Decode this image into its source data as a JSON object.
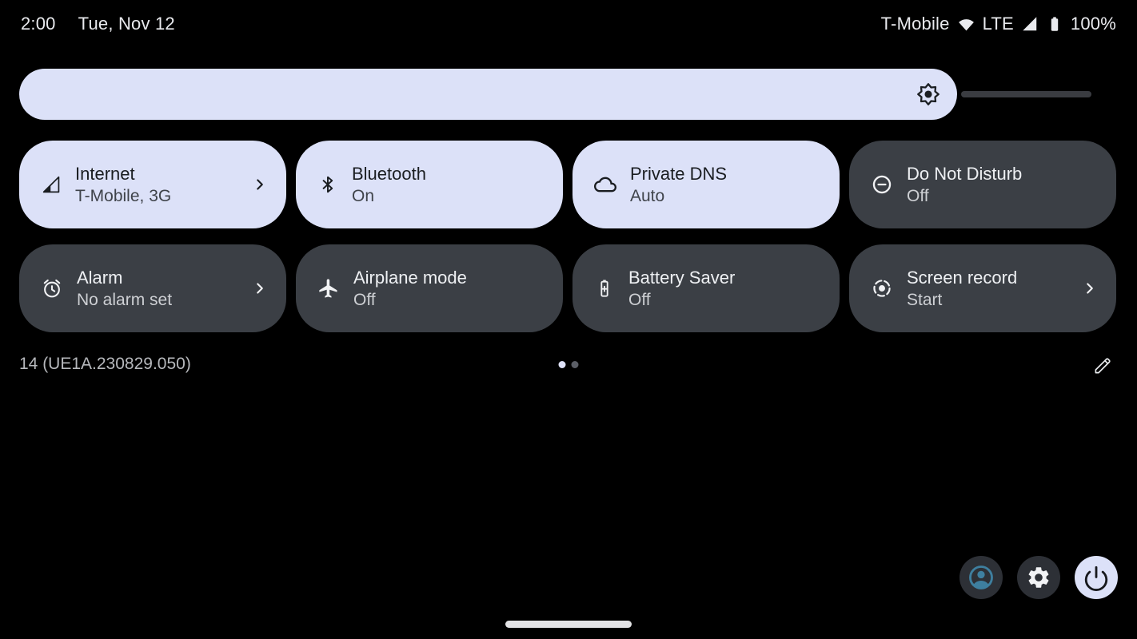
{
  "colors": {
    "background": "#000000",
    "accent_light": "#dce1f8",
    "tile_inactive": "#3b3f45",
    "button_dark": "#2d3036",
    "account_icon_teal": "#3e7f9f"
  },
  "status_bar": {
    "time": "2:00",
    "date": "Tue, Nov 12",
    "carrier": "T-Mobile",
    "network_type": "LTE",
    "battery_percent": "100%",
    "icons": [
      "wifi-icon",
      "cellular-signal-icon",
      "battery-icon"
    ]
  },
  "brightness": {
    "icon": "brightness-icon",
    "fill_percent": 87
  },
  "tiles": [
    {
      "label": "Internet",
      "status": "T-Mobile, 3G",
      "state": "active",
      "icon": "cellular-signal-icon",
      "chevron": true
    },
    {
      "label": "Bluetooth",
      "status": "On",
      "state": "active",
      "icon": "bluetooth-icon",
      "chevron": false
    },
    {
      "label": "Private DNS",
      "status": "Auto",
      "state": "active",
      "icon": "cloud-icon",
      "chevron": false
    },
    {
      "label": "Do Not Disturb",
      "status": "Off",
      "state": "inactive",
      "icon": "do-not-disturb-icon",
      "chevron": false
    },
    {
      "label": "Alarm",
      "status": "No alarm set",
      "state": "inactive",
      "icon": "alarm-icon",
      "chevron": true
    },
    {
      "label": "Airplane mode",
      "status": "Off",
      "state": "inactive",
      "icon": "airplane-icon",
      "chevron": false
    },
    {
      "label": "Battery Saver",
      "status": "Off",
      "state": "inactive",
      "icon": "battery-saver-icon",
      "chevron": false
    },
    {
      "label": "Screen record",
      "status": "Start",
      "state": "inactive",
      "icon": "screen-record-icon",
      "chevron": true
    }
  ],
  "footer": {
    "build": "14 (UE1A.230829.050)",
    "page_indicator": {
      "count": 2,
      "active_index": 0
    },
    "edit_icon": "pencil-icon"
  },
  "bottom_buttons": [
    {
      "name": "user-switcher",
      "icon": "account-icon"
    },
    {
      "name": "settings",
      "icon": "gear-icon"
    },
    {
      "name": "power",
      "icon": "power-icon"
    }
  ]
}
